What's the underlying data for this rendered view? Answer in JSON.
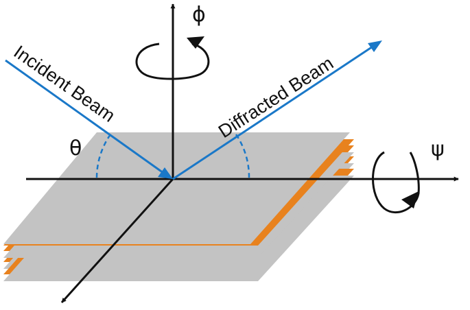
{
  "labels": {
    "incident_beam": "Incident Beam",
    "diffracted_beam": "Diffracted Beam",
    "theta": "θ",
    "phi": "ϕ",
    "psi": "ψ"
  },
  "colors": {
    "beam": "#1a78c8",
    "axis": "#111111",
    "sample_surface": "#c3c3c3",
    "sample_layers": "#e8821e",
    "angle_arc": "#1a78c8"
  }
}
